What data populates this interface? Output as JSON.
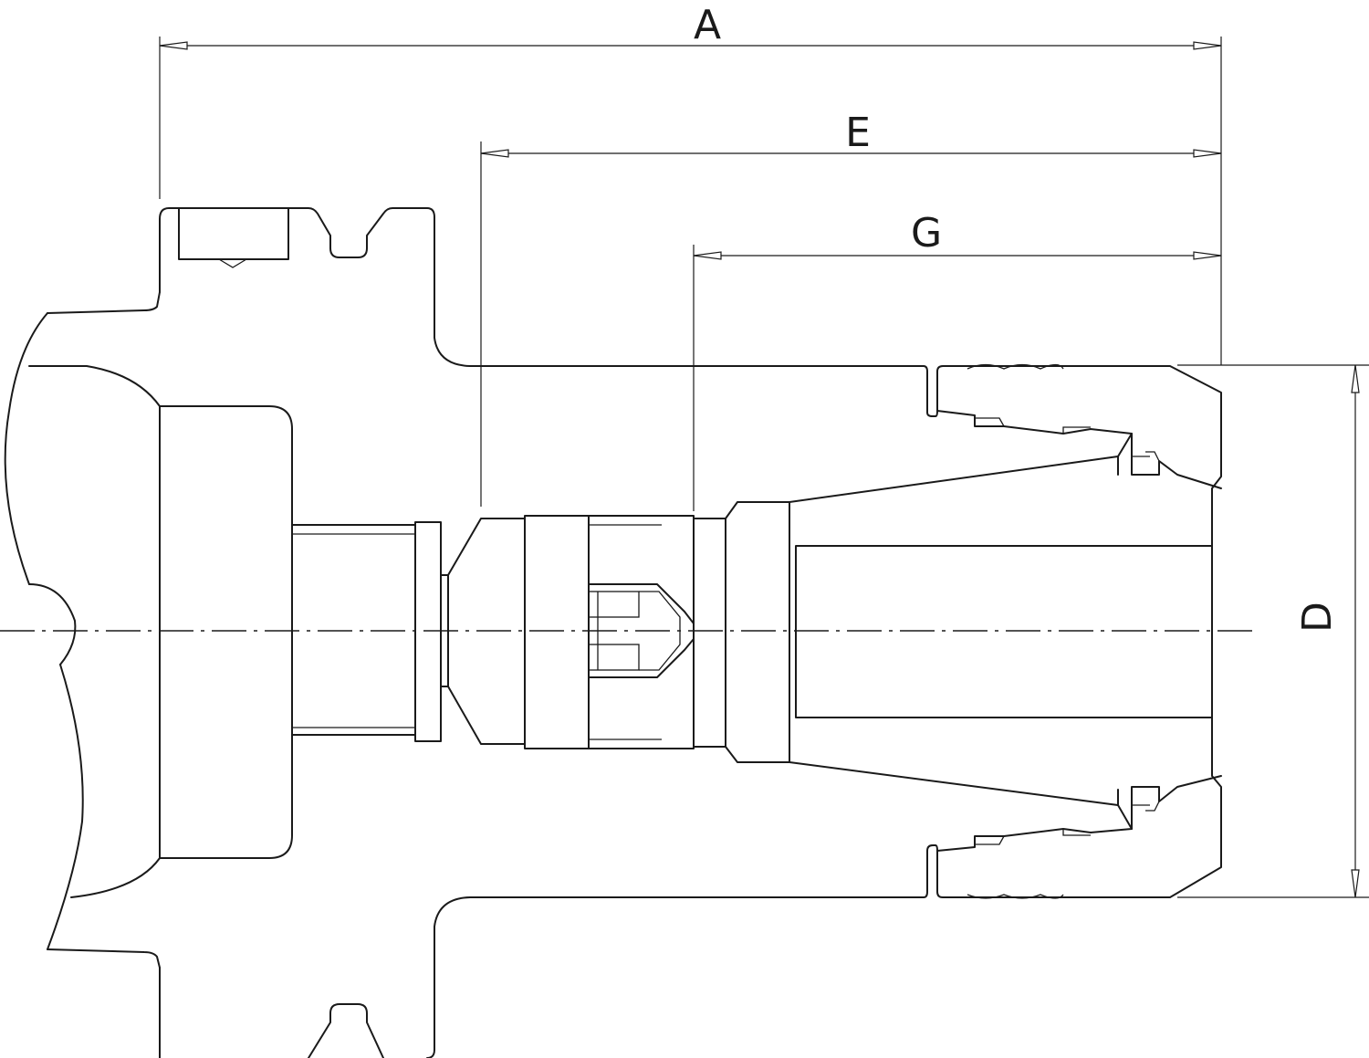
{
  "dimensions": {
    "A": "A",
    "E": "E",
    "G": "G",
    "D": "D"
  },
  "colors": {
    "line": "#1a1a1a",
    "background": "#ffffff"
  }
}
